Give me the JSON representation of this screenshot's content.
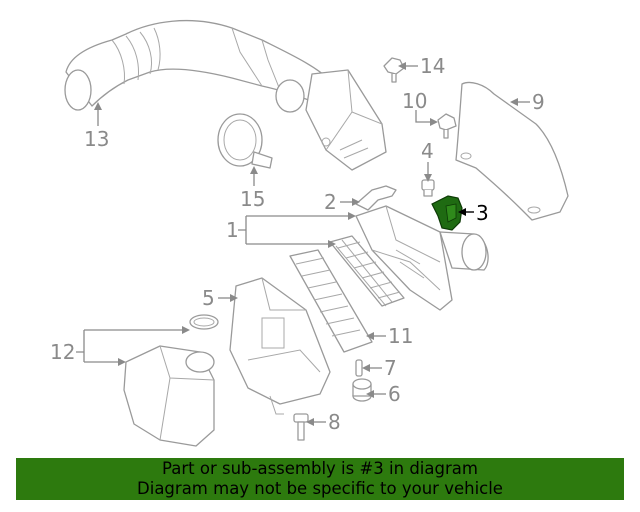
{
  "diagram": {
    "callouts": {
      "c1": "1",
      "c2": "2",
      "c3": "3",
      "c4": "4",
      "c5": "5",
      "c6": "6",
      "c7": "7",
      "c8": "8",
      "c9": "9",
      "c10": "10",
      "c11": "11",
      "c12": "12",
      "c13": "13",
      "c14": "14",
      "c15": "15"
    },
    "highlighted_part": "3",
    "colors": {
      "highlight_fill": "#1f6b12",
      "banner_bg": "#2d7a0e",
      "line": "#9a9a9a"
    }
  },
  "banner": {
    "line1": "Part or sub-assembly is #3 in diagram",
    "line2": "Diagram may not be specific to your vehicle"
  }
}
